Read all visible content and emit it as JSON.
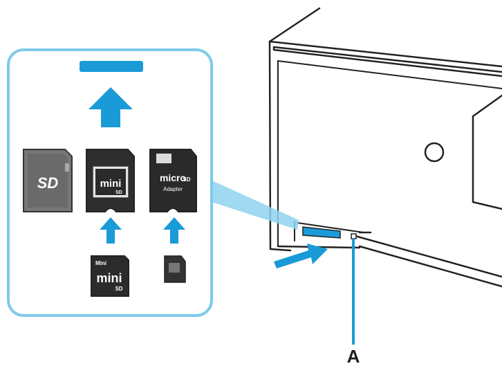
{
  "diagram": {
    "callout_label": "A",
    "card_texts": {
      "sd": "SD",
      "mini_in_adapter_big": "mini",
      "mini_in_adapter_small": "SD",
      "micro_adapter_line1": "micro",
      "micro_adapter_line2": "SD",
      "micro_adapter_line3": "Adapter",
      "mini_card_top": "Mini",
      "mini_card_big": "mini",
      "mini_card_small": "SD"
    },
    "colors": {
      "accent_blue": "#1a9bd7",
      "panel_border": "#7fcaea",
      "card_dark": "#2b2b2b",
      "card_grey": "#6f6f6f",
      "outline": "#222222"
    }
  }
}
